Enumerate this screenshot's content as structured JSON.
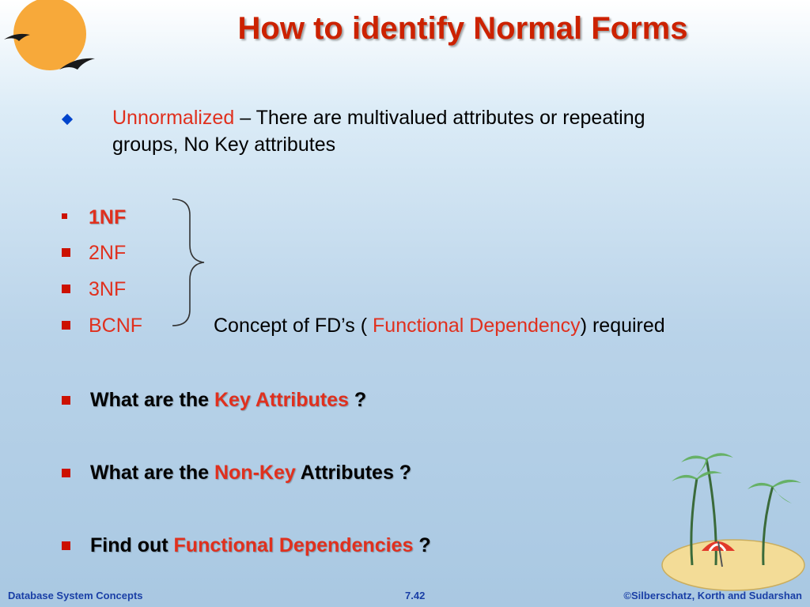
{
  "slide": {
    "title": "How to identify Normal Forms",
    "unnormalized": {
      "term": "Unnormalized",
      "line1": " – There are multivalued attributes or repeating",
      "line2": "groups, No Key attributes"
    },
    "normal_forms": [
      "1NF",
      "2NF",
      "3NF",
      "BCNF"
    ],
    "fd_note": {
      "prefix": "Concept of FD’s ( ",
      "term": "Functional Dependency",
      "suffix": ")  required"
    },
    "questions": [
      {
        "prefix": "What are the ",
        "term": "Key Attributes",
        "suffix": " ?"
      },
      {
        "prefix": "What are the ",
        "term": "Non-Key",
        "suffix": " Attributes ?"
      },
      {
        "prefix": "Find out ",
        "term": "Functional Dependencies",
        "suffix": " ?"
      }
    ]
  },
  "footer": {
    "left": "Database System Concepts",
    "center": "7.42",
    "right": "©Silberschatz, Korth and Sudarshan"
  },
  "colors": {
    "title": "#cc2200",
    "accent": "#e0301e",
    "footer": "#1a3fa6"
  }
}
